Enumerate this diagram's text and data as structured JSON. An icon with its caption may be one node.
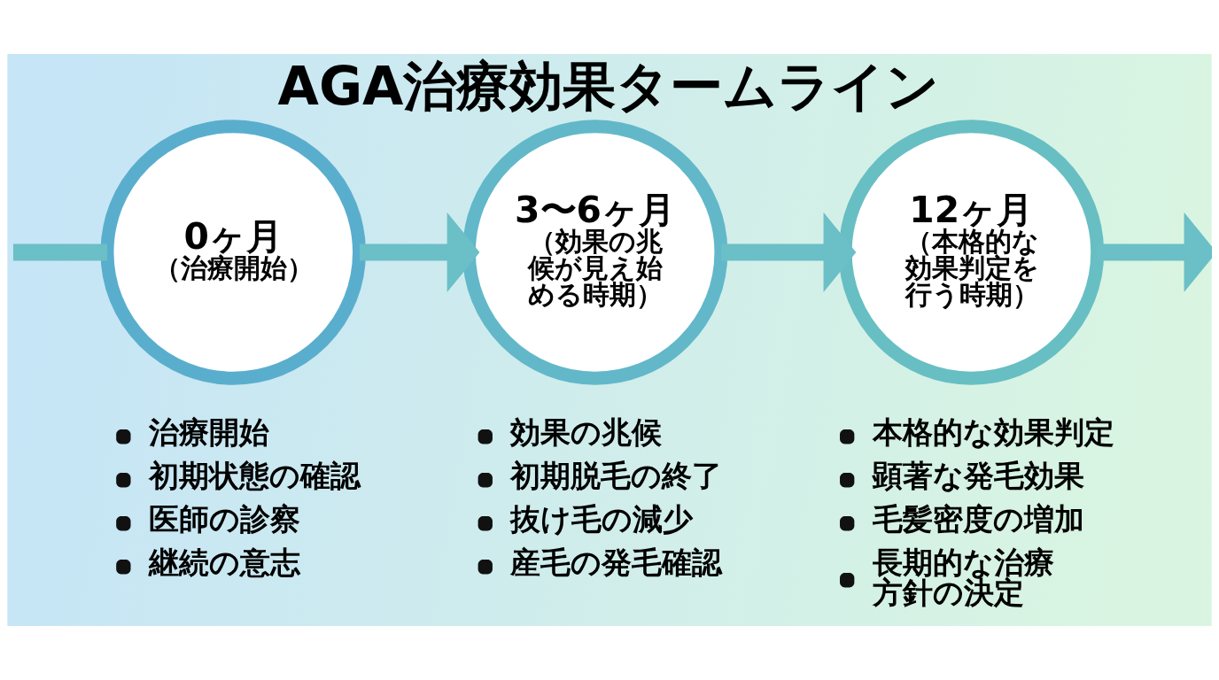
{
  "diagram": {
    "title": "AGA治療効果タームライン",
    "nodes": [
      {
        "text": [
          "0ヶ月",
          "（治療開始）"
        ],
        "beside": [
          "治療開始",
          "初期状態の確認",
          "医師の診察",
          "継続の意志"
        ]
      },
      {
        "text": [
          "3〜6ヶ月",
          "（効果の兆候が見え始める時期）"
        ],
        "beside": [
          "効果の兆候",
          "初期脱毛の終了",
          "抜け毛の減少",
          "産毛の発毛確認"
        ]
      },
      {
        "text": [
          "12ヶ月",
          "（本格的な効果判定を行う時期）"
        ],
        "beside": [
          "本格的な効果判定",
          "顕著な発毛効果",
          "毛髪密度の増加",
          "長期的な治療方針の決定"
        ]
      }
    ],
    "edges": [
      {
        "from": null,
        "to": 0,
        "arrow": "none"
      },
      {
        "from": 0,
        "to": 1,
        "arrow": "to"
      },
      {
        "from": 1,
        "to": 2,
        "arrow": "to"
      },
      {
        "from": 2,
        "to": null,
        "arrow": "to"
      }
    ]
  }
}
